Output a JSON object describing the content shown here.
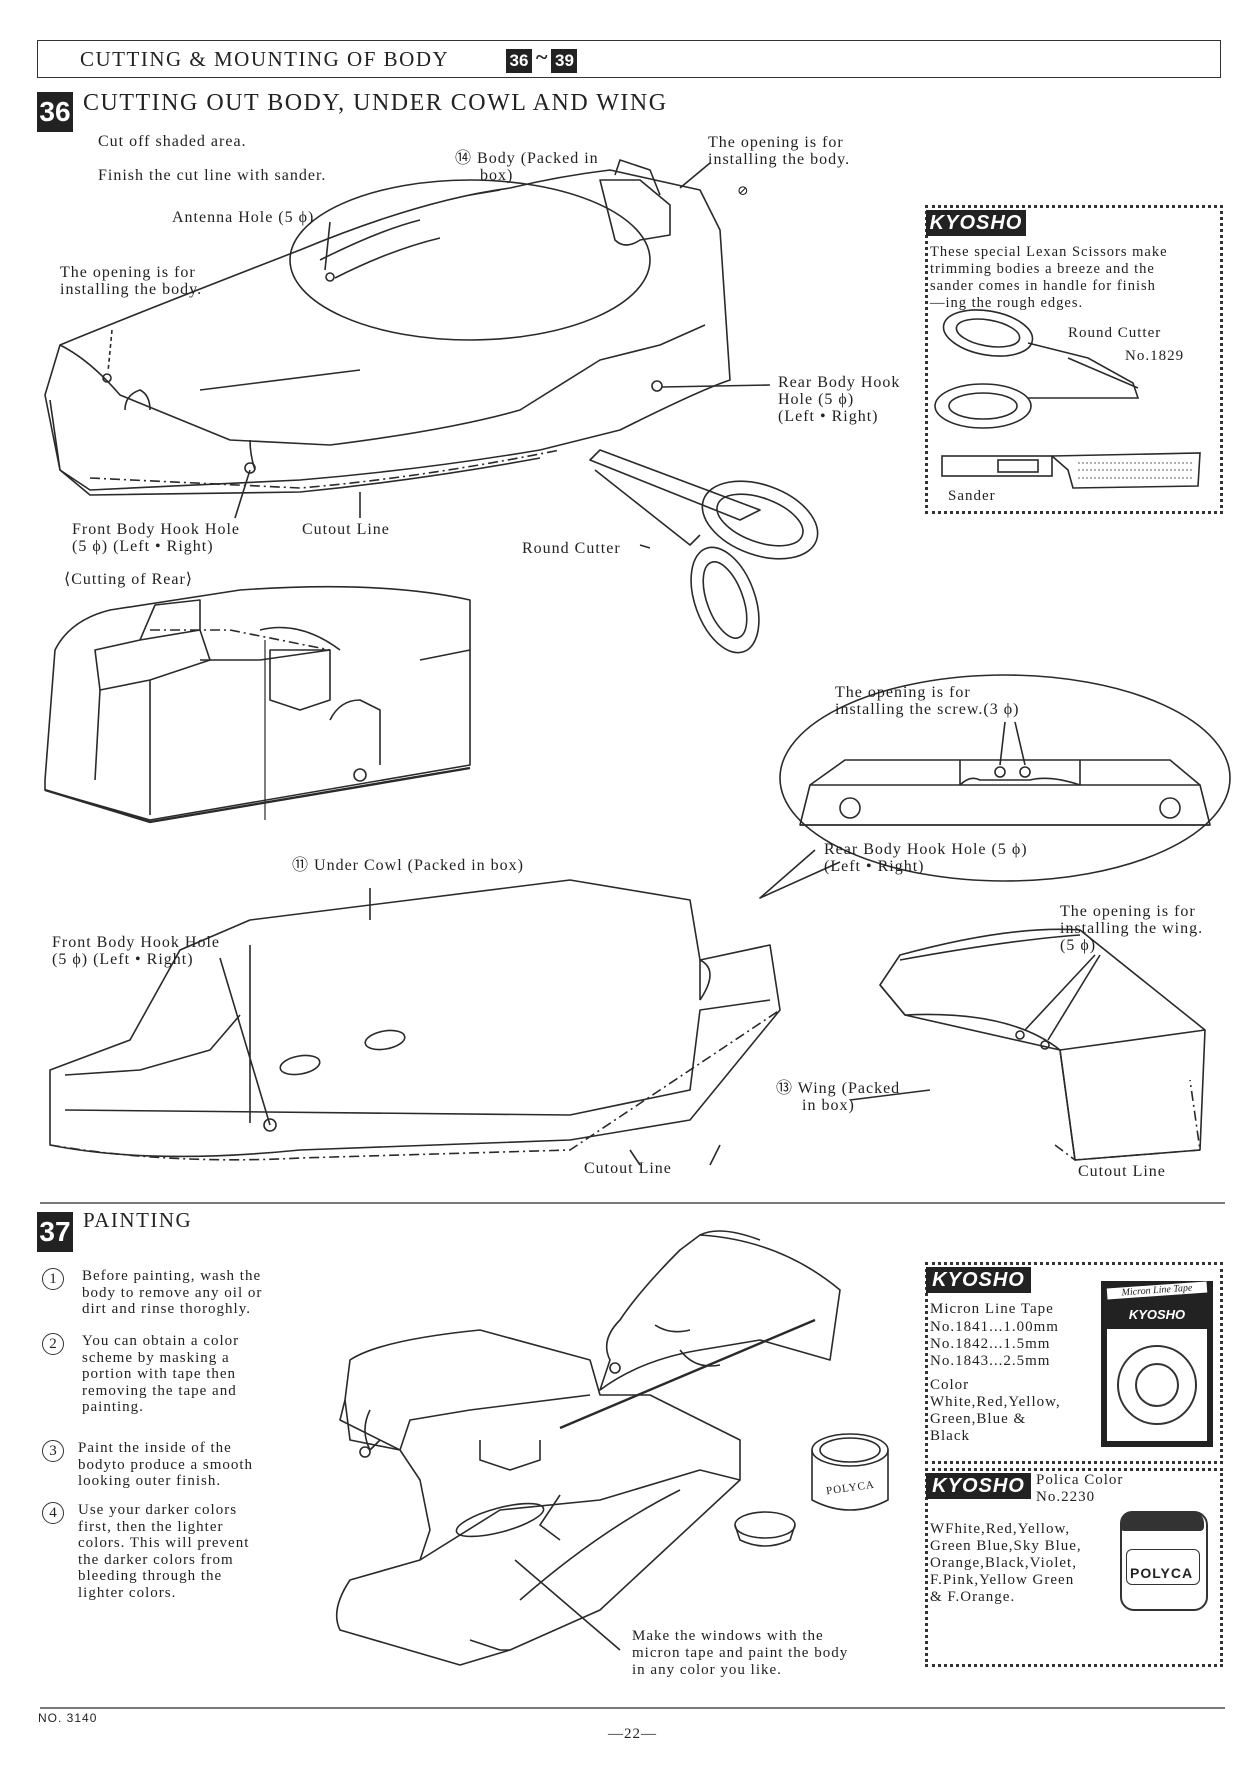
{
  "header": {
    "title": "CUTTING & MOUNTING OF BODY",
    "badge_from": "36",
    "badge_sep": "~",
    "badge_to": "39"
  },
  "section36": {
    "number": "36",
    "title": "CUTTING OUT BODY, UNDER COWL AND WING",
    "instructions": [
      "Cut off shaded area.",
      "Finish the cut line with sander."
    ],
    "labels": {
      "body_packed_mark": "⑭",
      "body_packed_line1": "Body (Packed in",
      "body_packed_line2": "box)",
      "opening_body_top_line1": "The opening is for",
      "opening_body_top_line2": "installing the body.",
      "antenna_hole": "Antenna Hole (5 ϕ)",
      "opening_body_left_line1": "The opening is for",
      "opening_body_left_line2": "installing the body.",
      "rear_hook_line1": "Rear Body Hook",
      "rear_hook_line2": "Hole (5 ϕ)",
      "rear_hook_line3": "(Left • Right)",
      "front_hook_line1": "Front Body Hook Hole",
      "front_hook_line2": "(5 ϕ) (Left • Right)",
      "cutout_line_1": "Cutout Line",
      "round_cutter": "Round Cutter",
      "cutting_of_rear": "⟨Cutting of Rear⟩",
      "opening_screw_line1": "The opening is for",
      "opening_screw_line2": "installing the screw.(3 ϕ)",
      "rear_hook2_line1": "Rear Body Hook Hole (5 ϕ)",
      "rear_hook2_line2": "(Left • Right)",
      "under_cowl_mark": "⑪",
      "under_cowl": "Under Cowl (Packed in box)",
      "front_hook2_line1": "Front Body Hook Hole",
      "front_hook2_line2": "(5 ϕ) (Left • Right)",
      "cutout_line_2": "Cutout Line",
      "opening_wing_line1": "The opening is for",
      "opening_wing_line2": "installing the wing.",
      "opening_wing_line3": "(5 ϕ)",
      "wing_mark": "⑬",
      "wing_line1": "Wing (Packed",
      "wing_line2": "in box)",
      "cutout_line_3": "Cutout Line"
    },
    "kyosho_box": {
      "logo": "KYOSHO",
      "lines": [
        "These special Lexan Scissors make",
        "trimming bodies a breeze and the",
        "sander comes in handle for finish",
        "—ing the rough edges."
      ],
      "round_cutter": "Round Cutter",
      "round_cutter_no": "No.1829",
      "sander": "Sander"
    }
  },
  "section37": {
    "number": "37",
    "title": "PAINTING",
    "steps": [
      {
        "n": "1",
        "lines": [
          "Before painting, wash the",
          "body to remove any oil or",
          "dirt and rinse thoroghly."
        ]
      },
      {
        "n": "2",
        "lines": [
          "You can obtain a color",
          "scheme by masking a",
          "portion with tape then",
          "removing the tape and",
          "painting."
        ]
      },
      {
        "n": "3",
        "lines": [
          "Paint the inside of the",
          "bodyto produce a smooth",
          "looking outer finish."
        ]
      },
      {
        "n": "4",
        "lines": [
          "Use your darker colors",
          "first, then the lighter",
          "colors. This will prevent",
          "the darker colors from",
          "bleeding through the",
          "lighter colors."
        ]
      }
    ],
    "windows_note": [
      "Make the windows with the",
      "micron tape and paint the body",
      "in any color you like."
    ],
    "polyca_jar_label": "POLYCA",
    "kyosho_tape": {
      "logo": "KYOSHO",
      "title": "Micron Line Tape",
      "items": [
        "No.1841...1.00mm",
        "No.1842...1.5mm",
        "No.1843...2.5mm"
      ],
      "color_label": "Color",
      "colors": [
        "White,Red,Yellow,",
        "Green,Blue &",
        "Black"
      ],
      "package_top": "Micron Line Tape",
      "package_logo": "KYOSHO"
    },
    "kyosho_polica": {
      "logo": "KYOSHO",
      "title_line1": "Polica Color",
      "title_line2": "No.2230",
      "colors": [
        "WFhite,Red,Yellow,",
        "Green Blue,Sky Blue,",
        "Orange,Black,Violet,",
        "F.Pink,Yellow Green",
        "& F.Orange."
      ],
      "jar_label": "POLYCA"
    }
  },
  "footer": {
    "doc_no": "NO. 3140",
    "page": "—22—"
  }
}
